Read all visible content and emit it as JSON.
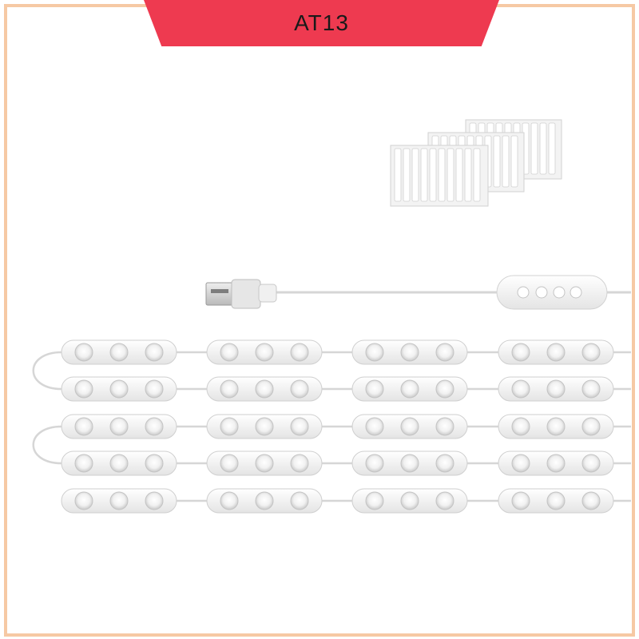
{
  "badge": {
    "label": "AT13"
  },
  "product": {
    "led_modules": {
      "rows": 5,
      "columns": 4,
      "leds_per_module": 3
    },
    "controller": {
      "buttons": 4
    },
    "adhesive_strip_sheets": 3,
    "colors": {
      "badge_background": "#ee3a50",
      "frame_border": "#f6c9a4",
      "module_body": "#f2f2f2",
      "cable": "#d6d6d6"
    }
  }
}
